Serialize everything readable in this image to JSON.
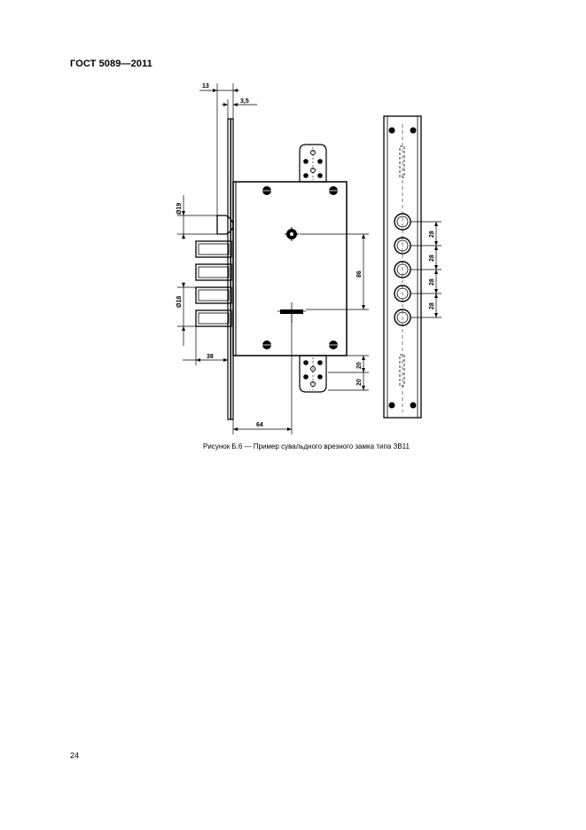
{
  "header": {
    "doc_code": "ГОСТ 5089—2011"
  },
  "figure": {
    "caption": "Рисунок Б.6 — Пример сувальдного врезного замка типа ЗВ11",
    "dimensions": {
      "d13": "13",
      "d3_5": "3,5",
      "d_dia19": "Ø19",
      "d_dia18": "Ø18",
      "d38": "38",
      "d64": "64",
      "d86": "86",
      "d20a": "20",
      "d20b": "20",
      "d28a": "28",
      "d28b": "28",
      "d28c": "28",
      "d28d": "28"
    }
  },
  "footer": {
    "page_number": "24"
  }
}
